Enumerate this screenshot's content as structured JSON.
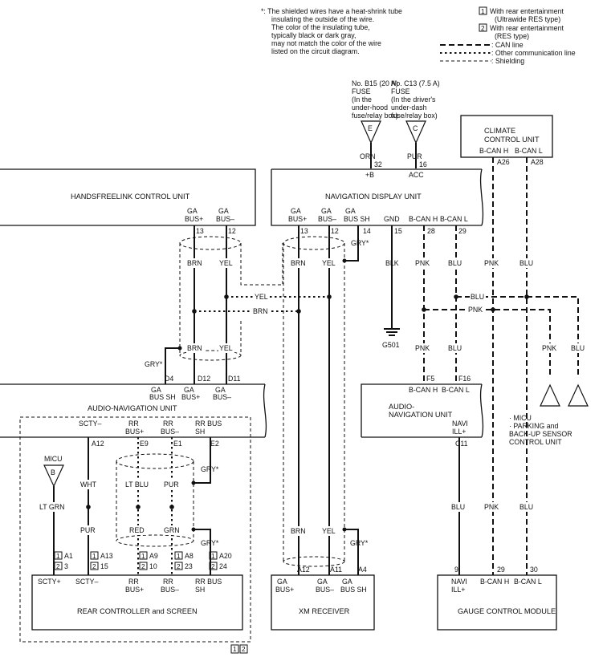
{
  "notes": {
    "shield_note": [
      "*: The shielded wires have a heat-shrink tube",
      "insulating the outside of the wire.",
      "The color of the insulating tube,",
      "typically black or dark gray,",
      "may not match the color of the wire",
      "listed on the circuit diagram."
    ],
    "legend_ultrawide": [
      "With rear entertainment",
      "(Ultrawide RES type)"
    ],
    "legend_res": [
      "With rear entertainment",
      "(RES type)"
    ],
    "legend_can": ": CAN line",
    "legend_comm": ": Other communication line",
    "legend_shield": ": Shielding",
    "badge_1": "1",
    "badge_2": "2"
  },
  "fuses": {
    "b15": {
      "lines": [
        "No. B15 (20 A)",
        "FUSE",
        "(In the",
        "under-hood",
        "fuse/relay box)"
      ],
      "letter": "E",
      "wire": "ORN",
      "pin": "32",
      "term": "+B"
    },
    "c13": {
      "lines": [
        "No. C13 (7.5 A)",
        "FUSE",
        "(In the driver's",
        "under-dash",
        "fuse/relay box)"
      ],
      "letter": "C",
      "wire": "PUR",
      "pin": "16",
      "term": "ACC"
    }
  },
  "units": {
    "handsfree": "HANDSFREELINK CONTROL UNIT",
    "nav_display": "NAVIGATION DISPLAY UNIT",
    "climate": [
      "CLIMATE",
      "CONTROL UNIT"
    ],
    "audio_nav_left": "AUDIO-NAVIGATION UNIT",
    "audio_nav_right": [
      "AUDIO-",
      "NAVIGATION UNIT"
    ],
    "rear_controller": "REAR CONTROLLER and SCREEN",
    "xm": "XM RECEIVER",
    "gauge": "GAUGE CONTROL MODULE",
    "micu_note": [
      "· MICU",
      "· PARKING and",
      "  BACK-UP SENSOR",
      "  CONTROL UNIT"
    ],
    "micu_fuse": [
      "MICU",
      "B"
    ]
  },
  "terminals": {
    "hf": [
      [
        "GA",
        "BUS+",
        "13"
      ],
      [
        "GA",
        "BUS–",
        "12"
      ]
    ],
    "nav": [
      [
        "GA",
        "BUS+",
        "13"
      ],
      [
        "GA",
        "BUS–",
        "12"
      ],
      [
        "GA",
        "BUS SH",
        "14"
      ],
      [
        "GND",
        "",
        "15"
      ],
      [
        "B-CAN H",
        "",
        "28"
      ],
      [
        "B-CAN L",
        "",
        "29"
      ]
    ],
    "climate": [
      [
        "B-CAN H",
        "A26"
      ],
      [
        "B-CAN L",
        "A28"
      ]
    ],
    "an_top": [
      [
        "GA",
        "BUS SH",
        "D4"
      ],
      [
        "GA",
        "BUS+",
        "D12"
      ],
      [
        "GA",
        "BUS–",
        "D11"
      ]
    ],
    "an_bottom": [
      [
        "SCTY–",
        "",
        "A12"
      ],
      [
        "RR",
        "BUS+",
        "E9"
      ],
      [
        "RR",
        "BUS–",
        "E1"
      ],
      [
        "RR BUS",
        "SH",
        "E2"
      ]
    ],
    "an_right": [
      [
        "B-CAN H",
        "F5"
      ],
      [
        "B-CAN L",
        "F16"
      ],
      [
        "NAVI",
        "ILL+",
        "C11"
      ]
    ],
    "rear": [
      [
        "SCTY+"
      ],
      [
        "SCTY–"
      ],
      [
        "RR",
        "BUS+"
      ],
      [
        "RR",
        "BUS–"
      ],
      [
        "RR BUS",
        "SH"
      ]
    ],
    "rear_pins": [
      [
        "A1",
        "3"
      ],
      [
        "A13",
        "15"
      ],
      [
        "A9",
        "10"
      ],
      [
        "A8",
        "23"
      ],
      [
        "A20",
        "24"
      ]
    ],
    "xm": [
      [
        "GA",
        "BUS+",
        "A12"
      ],
      [
        "GA",
        "BUS–",
        "A11"
      ],
      [
        "GA",
        "BUS SH",
        "A4"
      ]
    ],
    "gauge": [
      [
        "NAVI",
        "ILL+",
        "9"
      ],
      [
        "B-CAN H",
        "",
        "29"
      ],
      [
        "B-CAN L",
        "",
        "30"
      ]
    ]
  },
  "wires": {
    "brn": "BRN",
    "yel": "YEL",
    "gry": "GRY*",
    "blk": "BLK",
    "pnk": "PNK",
    "blu": "BLU",
    "wht": "WHT",
    "pur": "PUR",
    "ltgrn": "LT GRN",
    "ltblu": "LT BLU",
    "red": "RED",
    "grn": "GRN",
    "ground": "G501"
  }
}
